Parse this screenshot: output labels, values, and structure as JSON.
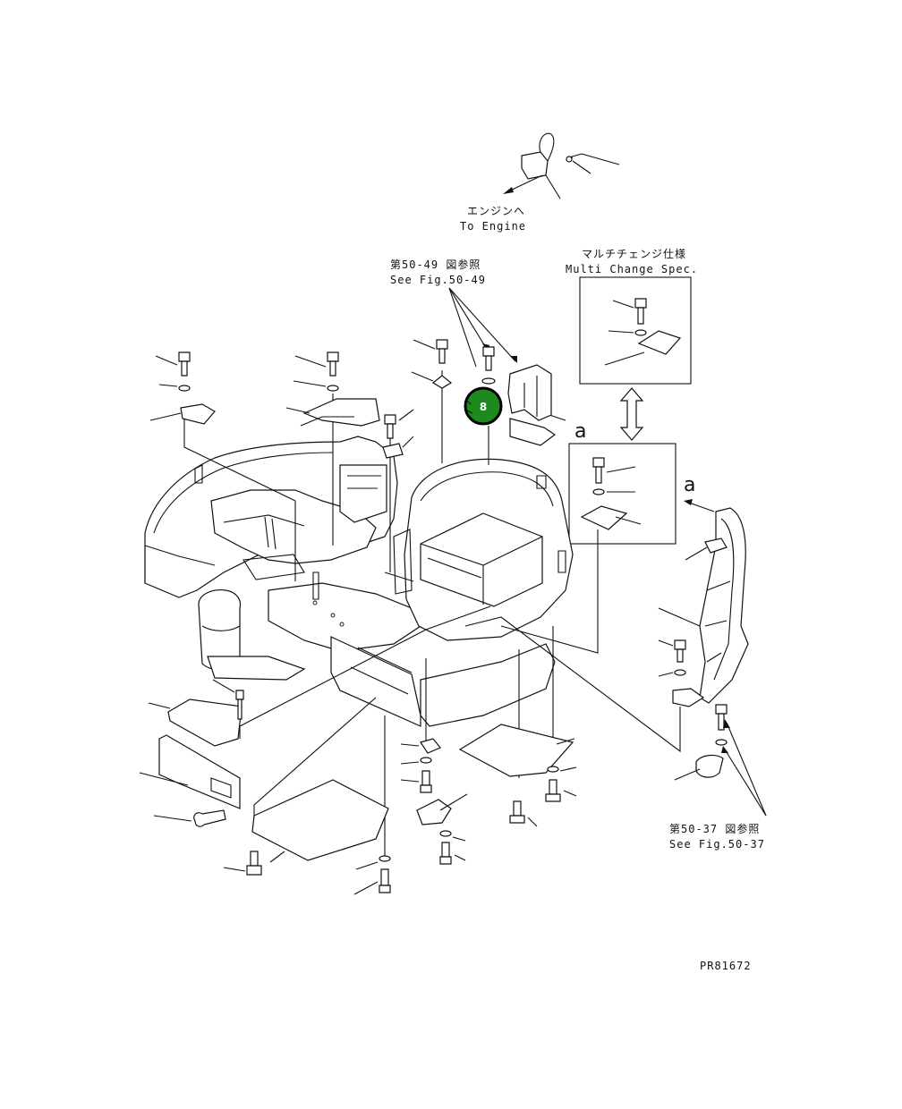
{
  "diagram": {
    "engine_label_jp": "エンジンへ",
    "engine_label_en": "To Engine",
    "multi_change_jp": "マルチチェンジ仕様",
    "multi_change_en": "Multi Change Spec.",
    "ref_top_jp": "第50-49 図参照",
    "ref_top_en": "See Fig.50-49",
    "ref_bottom_jp": "第50-37 図参照",
    "ref_bottom_en": "See Fig.50-37",
    "callout_a_left": "a",
    "callout_a_right": "a",
    "highlight_badge": "8",
    "highlight_color": "#1e8a1e",
    "drawing_number": "PR81672"
  }
}
